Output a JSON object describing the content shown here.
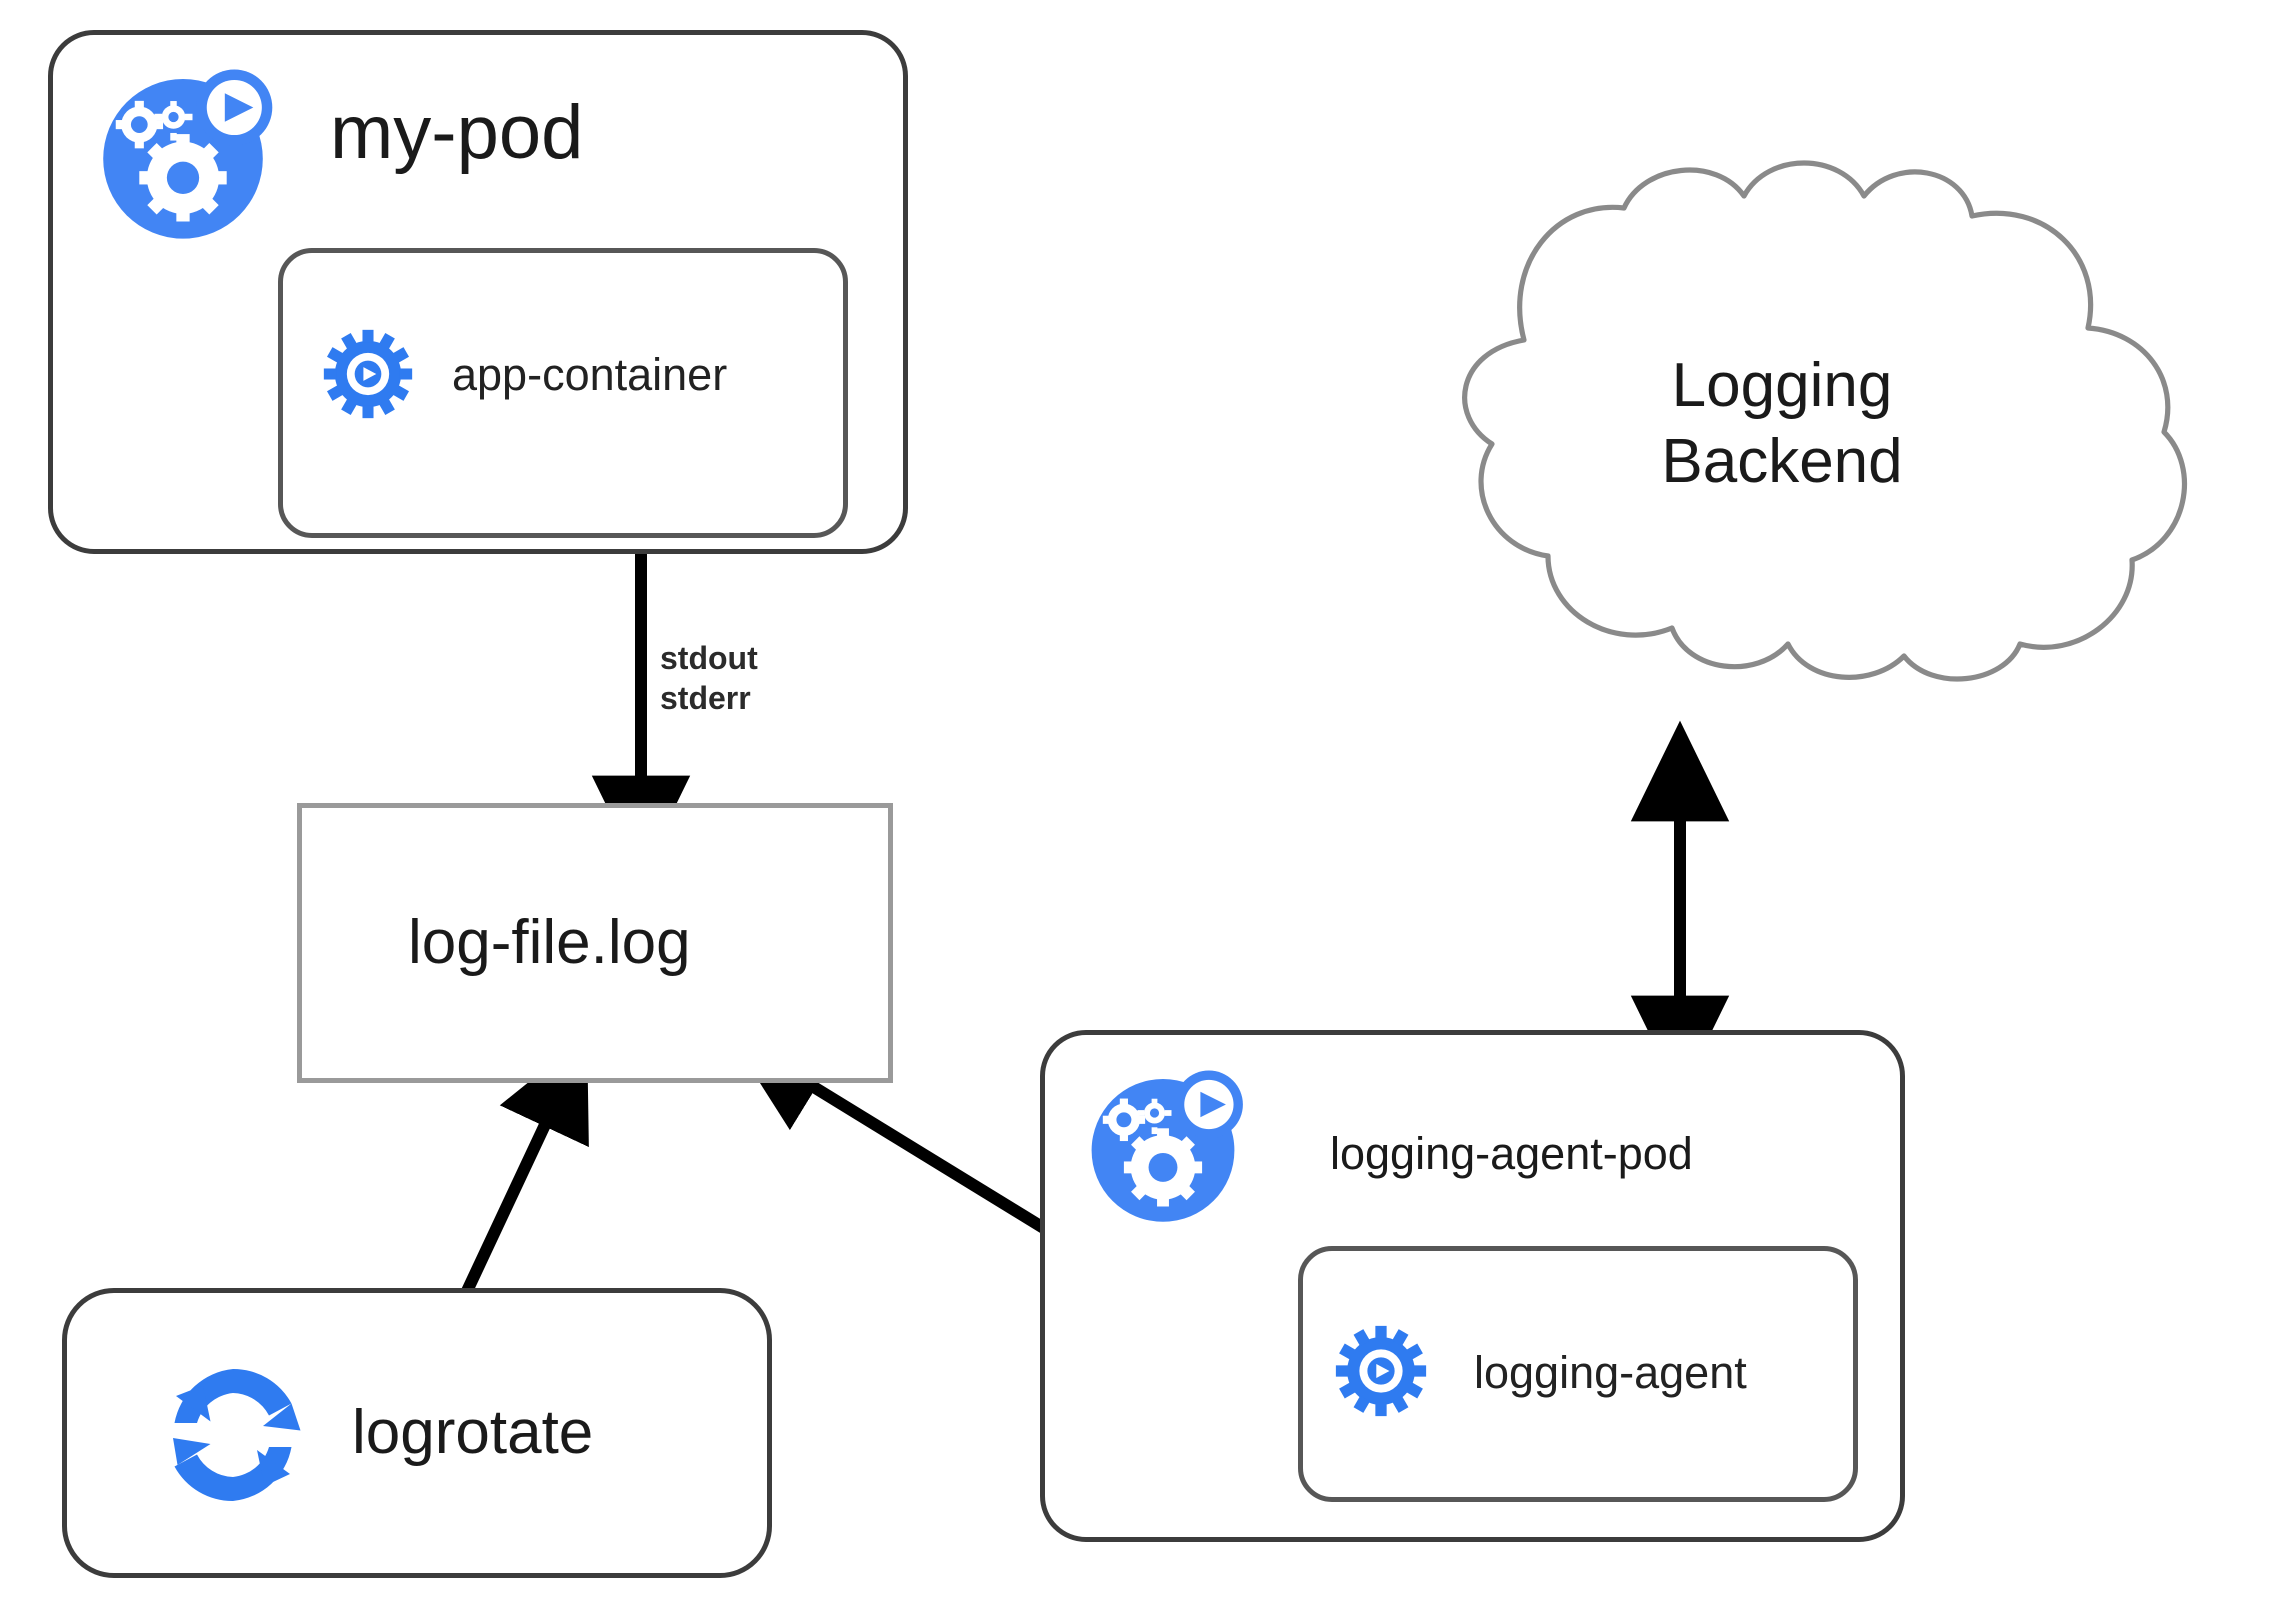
{
  "diagram": {
    "title": "Kubernetes pod logging with a sidecar logging agent",
    "accent_blue": "#4285F4",
    "outline_dark": "#3c3c3c",
    "outline_gray": "#9a9a9a",
    "arrow_color": "#000000",
    "background": "#ffffff"
  },
  "nodes": {
    "my_pod": {
      "label": "my-pod",
      "icon": "kubernetes-pod-icon",
      "shape": "rounded-rectangle"
    },
    "app_container": {
      "label": "app-container",
      "icon": "container-gear-play-icon",
      "shape": "rounded-rectangle"
    },
    "log_file": {
      "label": "log-file.log",
      "shape": "rectangle"
    },
    "logrotate": {
      "label": "logrotate",
      "icon": "rotate-recycle-icon",
      "shape": "rounded-rectangle"
    },
    "logging_agent_pod": {
      "label": "logging-agent-pod",
      "icon": "kubernetes-pod-icon",
      "shape": "rounded-rectangle"
    },
    "logging_agent": {
      "label": "logging-agent",
      "icon": "container-gear-play-icon",
      "shape": "rounded-rectangle"
    },
    "logging_backend": {
      "label": "Logging\nBackend",
      "shape": "cloud"
    }
  },
  "edges": [
    {
      "id": "app-to-logfile",
      "from": "app_container",
      "to": "log_file",
      "label": "stdout\nstderr",
      "arrowheads": "end",
      "direction": "down"
    },
    {
      "id": "logrotate-to-logfile",
      "from": "logrotate",
      "to": "log_file",
      "label": "",
      "arrowheads": "end",
      "direction": "up-right"
    },
    {
      "id": "agent-to-logfile",
      "from": "logging_agent",
      "to": "log_file",
      "label": "",
      "arrowheads": "end",
      "direction": "up-left"
    },
    {
      "id": "agentpod-to-backend",
      "from": "logging_agent_pod",
      "to": "logging_backend",
      "label": "",
      "arrowheads": "both",
      "direction": "vertical"
    }
  ]
}
